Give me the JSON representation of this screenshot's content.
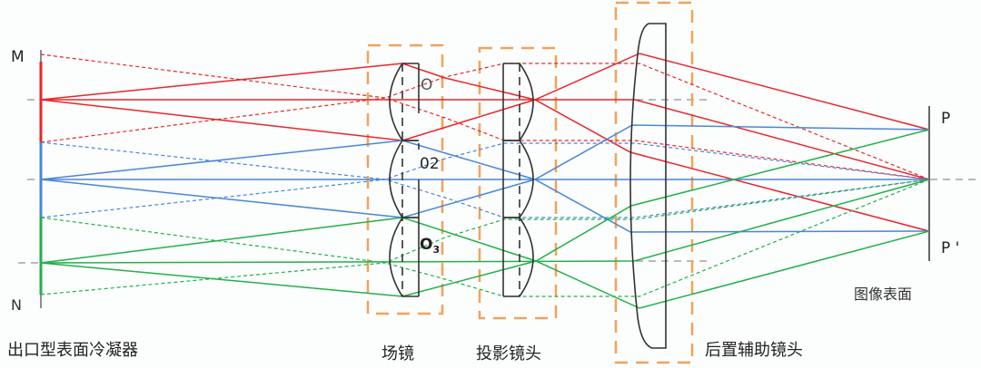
{
  "labels": {
    "M": "M",
    "N": "N",
    "O1": "O",
    "O2": "02",
    "O3": "O",
    "O3_sub": "3",
    "P": "P",
    "P_prime": "P '"
  },
  "captions": {
    "condenser": "出口型表面冷凝器",
    "field_lens": "场镜",
    "projection_lens": "投影镜头",
    "rear_aux_lens": "后置辅助镜头",
    "image_surface": "图像表面"
  },
  "colors": {
    "red": "#e8262b",
    "blue": "#4a86d6",
    "green": "#22b04a",
    "orange": "#f0a35a",
    "lens": "#333333"
  }
}
